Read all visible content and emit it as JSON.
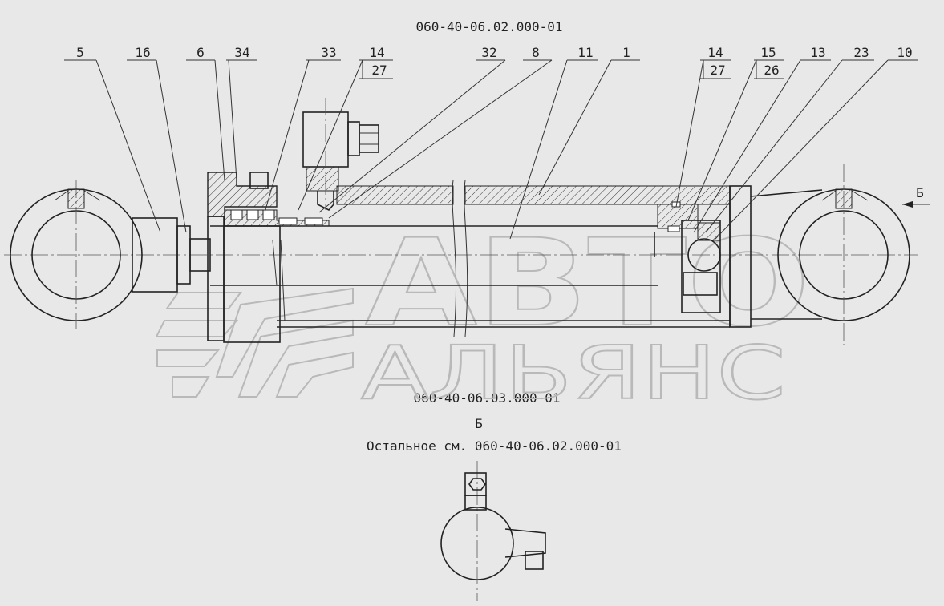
{
  "drawing": {
    "top_title": "060-40-06.02.000-01",
    "bottom_title": "060-40-06.03.000-01",
    "view_label": "Б",
    "note": "Остальное см. 060-40-06.02.000-01",
    "view_arrow_label": "Б"
  },
  "watermark": {
    "line1": "АВТО",
    "line2": "АЛЬЯНС"
  },
  "callouts": [
    {
      "id": "c5",
      "text": "5"
    },
    {
      "id": "c16",
      "text": "16"
    },
    {
      "id": "c6",
      "text": "6"
    },
    {
      "id": "c34",
      "text": "34"
    },
    {
      "id": "c33",
      "text": "33"
    },
    {
      "id": "c14a",
      "text": "14"
    },
    {
      "id": "c27a",
      "text": "27"
    },
    {
      "id": "c32",
      "text": "32"
    },
    {
      "id": "c8",
      "text": "8"
    },
    {
      "id": "c11",
      "text": "11"
    },
    {
      "id": "c1",
      "text": "1"
    },
    {
      "id": "c14b",
      "text": "14"
    },
    {
      "id": "c27b",
      "text": "27"
    },
    {
      "id": "c15",
      "text": "15"
    },
    {
      "id": "c26",
      "text": "26"
    },
    {
      "id": "c13",
      "text": "13"
    },
    {
      "id": "c23",
      "text": "23"
    },
    {
      "id": "c10",
      "text": "10"
    }
  ]
}
